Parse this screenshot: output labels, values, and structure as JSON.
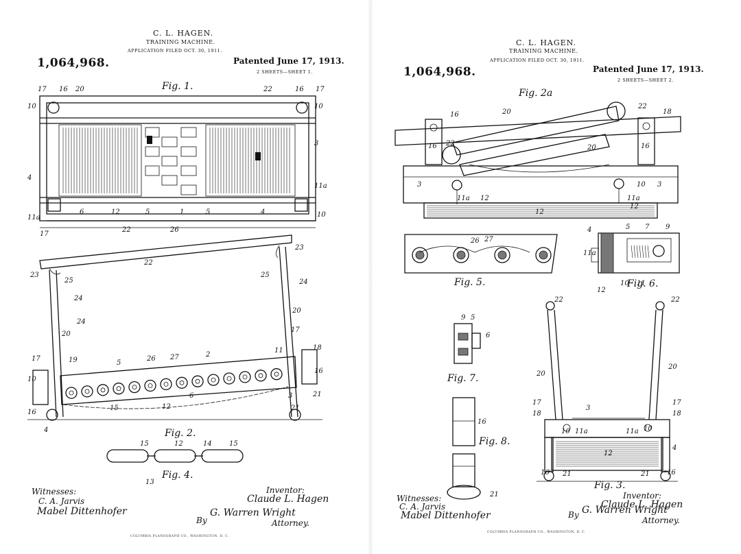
{
  "sheets": [
    {
      "header": {
        "inventor": "C. L. HAGEN.",
        "title": "TRAINING MACHINE.",
        "filed": "APPLICATION FILED OCT. 30, 1911.",
        "patent_number": "1,064,968.",
        "patented": "Patented June 17, 1913.",
        "sheet_info": "2 SHEETS—SHEET 1."
      },
      "figures": [
        "Fig. 1.",
        "Fig. 2.",
        "Fig. 4."
      ],
      "witnesses_label": "Witnesses:",
      "witness_1": "C. A. Jarvis",
      "witness_2": "Mabel Dittenhofer",
      "inventor_label": "Inventor:",
      "inventor_sig": "Claude L. Hagen",
      "by": "By",
      "attorney_sig": "G. Warren Wright",
      "attorney_label": "Attorney.",
      "footer": "COLUMBIA PLANOGRAPH CO., WASHINGTON, D. C."
    },
    {
      "header": {
        "inventor": "C. L. HAGEN.",
        "title": "TRAINING MACHINE.",
        "filed": "APPLICATION FILED OCT. 30, 1911.",
        "patent_number": "1,064,968.",
        "patented": "Patented June 17, 1913.",
        "sheet_info": "2 SHEETS—SHEET 2."
      },
      "figures": [
        "Fig. 2a",
        "Fig. 5.",
        "Fig. 6.",
        "Fig. 7.",
        "Fig. 8.",
        "Fig. 3."
      ],
      "witnesses_label": "Witnesses:",
      "witness_1": "C. A. Jarvis",
      "witness_2": "Mabel Dittenhofer",
      "inventor_label": "Inventor:",
      "inventor_sig": "Claude L. Hagen",
      "by": "By",
      "attorney_sig": "G. Warren Wright",
      "attorney_label": "Attorney.",
      "footer": "COLUMBIA PLANOGRAPH CO., WASHINGTON, D. C."
    }
  ]
}
